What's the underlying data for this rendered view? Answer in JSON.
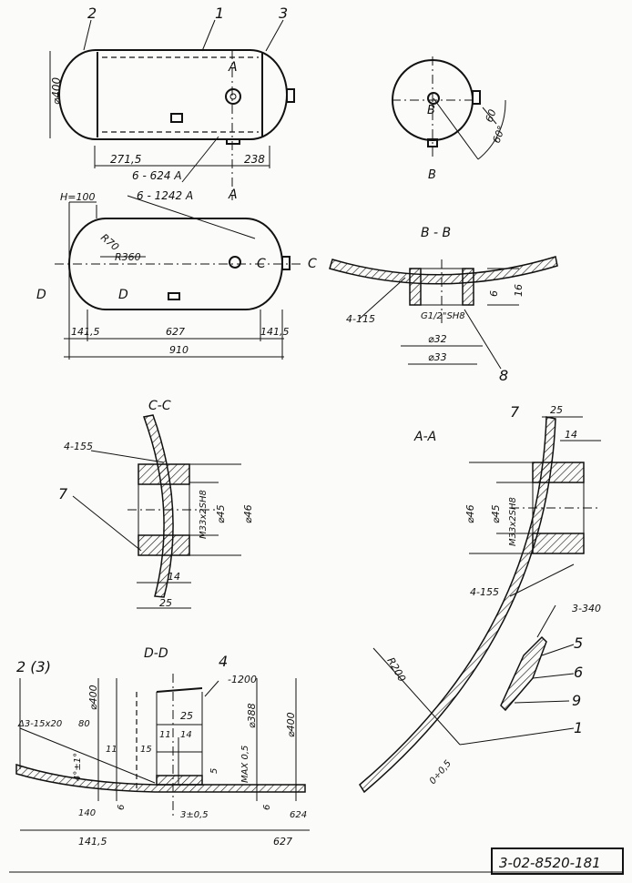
{
  "drawing_number": "3-02-8520-181",
  "views": {
    "top": {
      "part_labels": [
        "2",
        "1",
        "3"
      ],
      "dia": "⌀400",
      "dim_left": "271,5",
      "dim_right": "238",
      "section_letter": "A",
      "weld_1": "6 - 624 A",
      "weld_2": "6 - 1242 A"
    },
    "end": {
      "dim_60": "60",
      "angle_60": "60°",
      "section_letter": "B"
    },
    "side": {
      "h_label": "H=100",
      "r70": "R70",
      "r360": "R360",
      "section_c": "C",
      "section_d": "D",
      "dim_left": "141,5",
      "dim_mid": "627",
      "dim_right": "141,5",
      "dim_total": "910"
    },
    "bb": {
      "title": "B - B",
      "weld": "4-115",
      "thread": "G1/2\"SH8",
      "d32": "⌀32",
      "d33": "⌀33",
      "h6": "6",
      "h16": "16",
      "part": "8"
    },
    "cc": {
      "title": "C-C",
      "weld": "4-155",
      "part": "7",
      "thread": "M33x2SH8",
      "d45": "⌀45",
      "d46": "⌀46",
      "w14": "14",
      "w25": "25"
    },
    "aa": {
      "title": "A-A",
      "part": "7",
      "w25": "25",
      "w14": "14",
      "d46": "⌀46",
      "d45": "⌀45",
      "thread": "M33x2SH8",
      "weld": "4-155",
      "weld_2": "3-340",
      "r200": "R200",
      "gap": "0÷0,5",
      "parts": [
        "5",
        "6",
        "9",
        "1"
      ]
    },
    "dd": {
      "title": "D-D",
      "part_23": "2 (3)",
      "part_4": "4",
      "weld_top": "-1200",
      "weld_left": "Δ3-15x20",
      "dim_80": "80",
      "d400a": "⌀400",
      "d388": "⌀388",
      "d400b": "⌀400",
      "w25": "25",
      "w11a": "11",
      "w15": "15",
      "w11b": "11",
      "w14": "14",
      "h5": "5",
      "hmax": "MAX 0,5",
      "angle": "4°±1°",
      "n140": "140",
      "n6a": "6",
      "n3": "3±0,5",
      "n6b": "6",
      "n624": "624",
      "n1415": "141,5",
      "n627": "627"
    }
  }
}
